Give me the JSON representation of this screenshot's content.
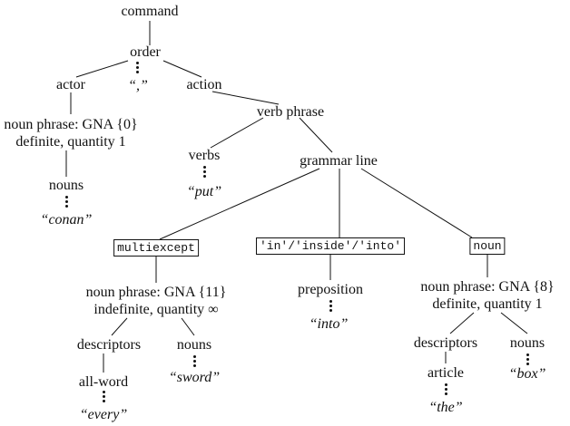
{
  "nodes": {
    "command": "command",
    "order": "order",
    "comma": "“,”",
    "actor": "actor",
    "actor_np_line1": "noun phrase: GNA {0}",
    "actor_np_line2": "definite, quantity 1",
    "actor_nouns": "nouns",
    "conan": "“conan”",
    "action": "action",
    "verb_phrase": "verb phrase",
    "verbs": "verbs",
    "put": "“put”",
    "grammar_line": "grammar line",
    "multiexcept": "multiexcept",
    "in_inside_into": "'in'/'inside'/'into'",
    "noun_token": "noun",
    "mid_np_line1": "noun phrase: GNA {11}",
    "mid_np_line2": "indefinite, quantity ∞",
    "mid_descriptors": "descriptors",
    "mid_nouns": "nouns",
    "all_word": "all-word",
    "every": "“every”",
    "sword": "“sword”",
    "preposition": "preposition",
    "into": "“into”",
    "right_np_line1": "noun phrase: GNA {8}",
    "right_np_line2": "definite, quantity 1",
    "right_descriptors": "descriptors",
    "right_nouns": "nouns",
    "article": "article",
    "the": "“the”",
    "box": "“box”"
  }
}
